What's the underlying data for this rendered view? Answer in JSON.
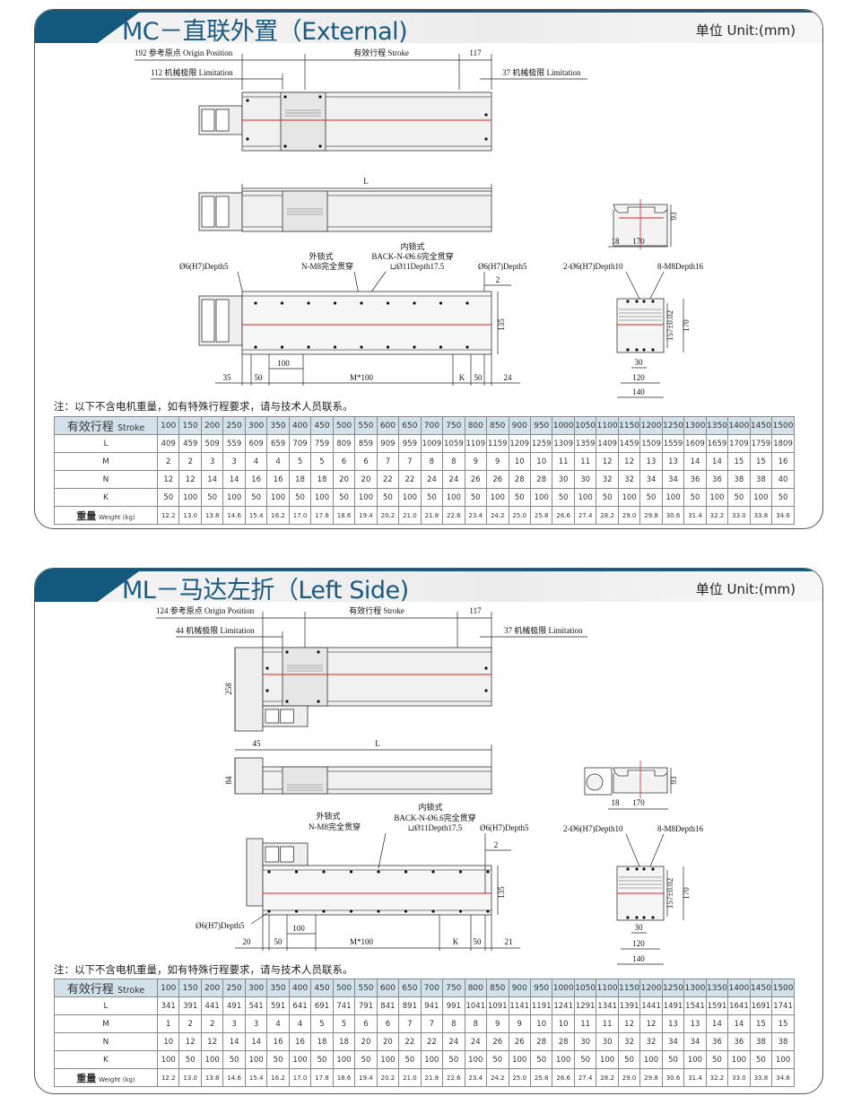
{
  "sections": [
    {
      "title": "MC－直联外置（External)",
      "unit": "单位 Unit:(mm)",
      "dims": {
        "origin": "192 参考原点 Origin Position",
        "limit_left": "112 机械极限 Limitation",
        "stroke": "有效行程 Stroke",
        "d117": "117",
        "limit_right": "37 机械极限 Limitation",
        "L": "L",
        "end_93": "93",
        "end_18": "18",
        "end_170": "170",
        "hole_left": "Ø6(H7)Depth5",
        "ext_lock": "外锁式",
        "ext_lock_spec": "N-M8完全贯穿",
        "int_lock": "内锁式",
        "int_lock_spec": "BACK-N-Ø6.6完全贯穿",
        "int_lock_cb": "⊔Ø11Depth17.5",
        "hole_right": "Ø6(H7)Depth5",
        "d2": "2",
        "d135": "135",
        "b_first": "35",
        "b50a": "50",
        "b100": "100",
        "bM": "M*100",
        "bK": "K",
        "b50b": "50",
        "b_last": "24",
        "r_holes": "2-Ø6(H7)Depth10",
        "r_tap": "8-M8Depth16",
        "r_157": "157±0.02",
        "r_170": "170",
        "r30": "30",
        "r120": "120",
        "r140": "140"
      },
      "note": "注：以下不含电机重量，如有特殊行程要求，请与技术人员联系。",
      "table": {
        "header_cn": "有效行程",
        "header_en": "Stroke",
        "strokes": [
          "100",
          "150",
          "200",
          "250",
          "300",
          "350",
          "400",
          "450",
          "500",
          "550",
          "600",
          "650",
          "700",
          "750",
          "800",
          "850",
          "900",
          "950",
          "1000",
          "1050",
          "1100",
          "1150",
          "1200",
          "1250",
          "1300",
          "1350",
          "1400",
          "1450",
          "1500"
        ],
        "rows": [
          {
            "label": "L",
            "values": [
              "409",
              "459",
              "509",
              "559",
              "609",
              "659",
              "709",
              "759",
              "809",
              "859",
              "909",
              "959",
              "1009",
              "1059",
              "1109",
              "1159",
              "1209",
              "1259",
              "1309",
              "1359",
              "1409",
              "1459",
              "1509",
              "1559",
              "1609",
              "1659",
              "1709",
              "1759",
              "1809"
            ]
          },
          {
            "label": "M",
            "values": [
              "2",
              "2",
              "3",
              "3",
              "4",
              "4",
              "5",
              "5",
              "6",
              "6",
              "7",
              "7",
              "8",
              "8",
              "9",
              "9",
              "10",
              "10",
              "11",
              "11",
              "12",
              "12",
              "13",
              "13",
              "14",
              "14",
              "15",
              "15",
              "16"
            ]
          },
          {
            "label": "N",
            "values": [
              "12",
              "12",
              "14",
              "14",
              "16",
              "16",
              "18",
              "18",
              "20",
              "20",
              "22",
              "22",
              "24",
              "24",
              "26",
              "26",
              "28",
              "28",
              "30",
              "30",
              "32",
              "32",
              "34",
              "34",
              "36",
              "36",
              "38",
              "38",
              "40"
            ]
          },
          {
            "label": "K",
            "values": [
              "50",
              "100",
              "50",
              "100",
              "50",
              "100",
              "50",
              "100",
              "50",
              "100",
              "50",
              "100",
              "50",
              "100",
              "50",
              "100",
              "50",
              "100",
              "50",
              "100",
              "50",
              "100",
              "50",
              "100",
              "50",
              "100",
              "50",
              "100",
              "50"
            ]
          }
        ],
        "weight_cn": "重量",
        "weight_en": "Weight  (kg)",
        "weights": [
          "12.2",
          "13.0",
          "13.8",
          "14.6",
          "15.4",
          "16.2",
          "17.0",
          "17.8",
          "18.6",
          "19.4",
          "20.2",
          "21.0",
          "21.8",
          "22.6",
          "23.4",
          "24.2",
          "25.0",
          "25.8",
          "26.6",
          "27.4",
          "28.2",
          "29.0",
          "29.8",
          "30.6",
          "31.4",
          "32.2",
          "33.0",
          "33.8",
          "34.6"
        ]
      }
    },
    {
      "title": "ML－马达左折（Left Side)",
      "unit": "单位 Unit:(mm)",
      "dims": {
        "origin": "124 参考原点 Origin Position",
        "limit_left": "44 机械极限 Limitation",
        "stroke": "有效行程 Stroke",
        "d117": "117",
        "limit_right": "37 机械极限 Limitation",
        "h258": "258",
        "d45": "45",
        "L": "L",
        "h84": "84",
        "end_93": "93",
        "end_18": "18",
        "end_170": "170",
        "hole_left": "Ø6(H7)Depth5",
        "ext_lock": "外锁式",
        "ext_lock_spec": "N-M8完全贯穿",
        "int_lock": "内锁式",
        "int_lock_spec": "BACK-N-Ø6.6完全贯穿",
        "int_lock_cb": "⊔Ø11Depth17.5",
        "hole_right": "Ø6(H7)Depth5",
        "d2": "2",
        "d135": "135",
        "b_first": "20",
        "b50a": "50",
        "b100": "100",
        "bM": "M*100",
        "bK": "K",
        "b50b": "50",
        "b_last": "21",
        "r_holes": "2-Ø6(H7)Depth10",
        "r_tap": "8-M8Depth16",
        "r_157": "157±0.02",
        "r_170": "170",
        "r30": "30",
        "r120": "120",
        "r140": "140"
      },
      "note": "注：以下不含电机重量，如有特殊行程要求，请与技术人员联系。",
      "table": {
        "header_cn": "有效行程",
        "header_en": "Stroke",
        "strokes": [
          "100",
          "150",
          "200",
          "250",
          "300",
          "350",
          "400",
          "450",
          "500",
          "550",
          "600",
          "650",
          "700",
          "750",
          "800",
          "850",
          "900",
          "950",
          "1000",
          "1050",
          "1100",
          "1150",
          "1200",
          "1250",
          "1300",
          "1350",
          "1400",
          "1450",
          "1500"
        ],
        "rows": [
          {
            "label": "L",
            "values": [
              "341",
              "391",
              "441",
              "491",
              "541",
              "591",
              "641",
              "691",
              "741",
              "791",
              "841",
              "891",
              "941",
              "991",
              "1041",
              "1091",
              "1141",
              "1191",
              "1241",
              "1291",
              "1341",
              "1391",
              "1441",
              "1491",
              "1541",
              "1591",
              "1641",
              "1691",
              "1741"
            ]
          },
          {
            "label": "M",
            "values": [
              "1",
              "2",
              "2",
              "3",
              "3",
              "4",
              "4",
              "5",
              "5",
              "6",
              "6",
              "7",
              "7",
              "8",
              "8",
              "9",
              "9",
              "10",
              "10",
              "11",
              "11",
              "12",
              "12",
              "13",
              "13",
              "14",
              "14",
              "15",
              "15"
            ]
          },
          {
            "label": "N",
            "values": [
              "10",
              "12",
              "12",
              "14",
              "14",
              "16",
              "16",
              "18",
              "18",
              "20",
              "20",
              "22",
              "22",
              "24",
              "24",
              "26",
              "26",
              "28",
              "28",
              "30",
              "30",
              "32",
              "32",
              "34",
              "34",
              "36",
              "36",
              "38",
              "38"
            ]
          },
          {
            "label": "K",
            "values": [
              "100",
              "50",
              "100",
              "50",
              "100",
              "50",
              "100",
              "50",
              "100",
              "50",
              "100",
              "50",
              "100",
              "50",
              "100",
              "50",
              "100",
              "50",
              "100",
              "50",
              "100",
              "50",
              "100",
              "50",
              "100",
              "50",
              "100",
              "50",
              "100"
            ]
          }
        ],
        "weight_cn": "重量",
        "weight_en": "Weight  (kg)",
        "weights": [
          "12.2",
          "13.0",
          "13.8",
          "14.6",
          "15.4",
          "16.2",
          "17.0",
          "17.8",
          "18.6",
          "19.4",
          "20.2",
          "21.0",
          "21.8",
          "22.6",
          "23.4",
          "24.2",
          "25.0",
          "25.8",
          "26.6",
          "27.4",
          "28.2",
          "29.0",
          "29.8",
          "30.6",
          "31.4",
          "32.2",
          "33.0",
          "33.8",
          "34.6"
        ]
      }
    }
  ],
  "colors": {
    "brand": "#13587d",
    "title": "#1a5a80",
    "table_header": "#d2e1ea",
    "centerline": "#e02020"
  }
}
